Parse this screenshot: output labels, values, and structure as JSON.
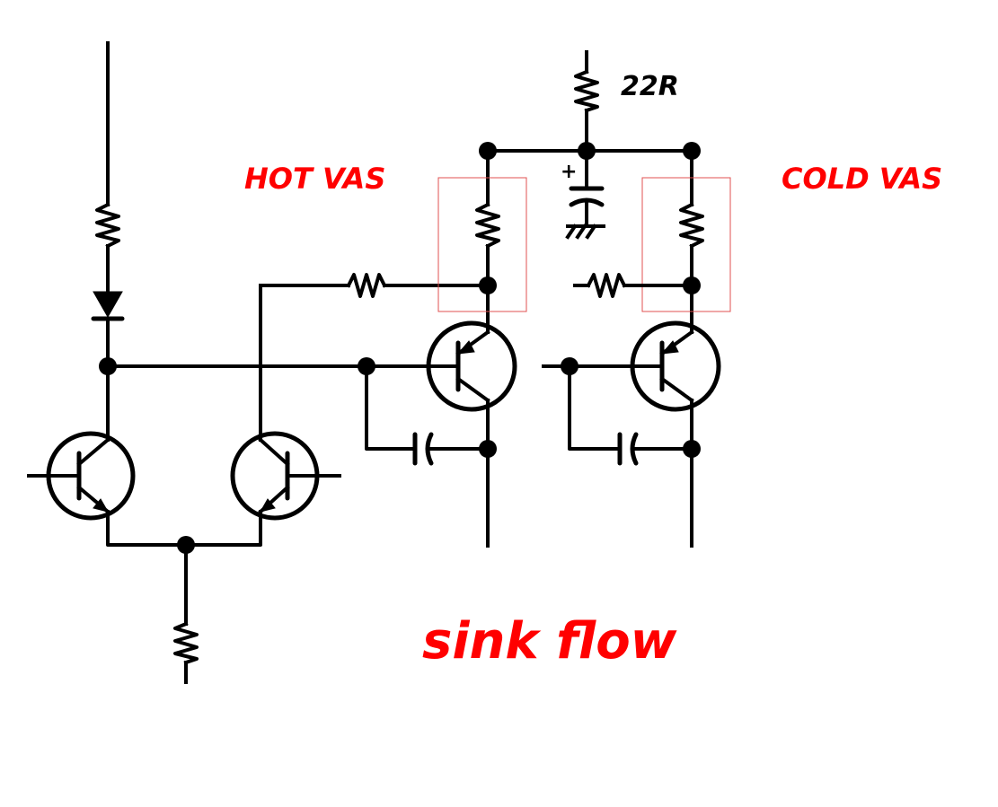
{
  "diagram": {
    "type": "circuit-schematic",
    "labels": {
      "resistor_value": "22R",
      "hot_vas": "HOT VAS",
      "cold_vas": "COLD VAS",
      "caption": "sink flow"
    },
    "colors": {
      "wire": "#000000",
      "annotation": "#ff0000",
      "highlight_box": "#e05050",
      "background": "#ffffff"
    },
    "components": [
      {
        "kind": "resistor",
        "role": "input-top-resistor"
      },
      {
        "kind": "diode",
        "role": "input-diode"
      },
      {
        "kind": "transistor",
        "role": "differential-pair-left"
      },
      {
        "kind": "transistor",
        "role": "differential-pair-right"
      },
      {
        "kind": "resistor",
        "role": "tail-resistor"
      },
      {
        "kind": "resistor",
        "role": "supply-resistor-22R"
      },
      {
        "kind": "capacitor",
        "role": "decoupling-capacitor-to-ground"
      },
      {
        "kind": "resistor",
        "role": "hot-vas-emitter-resistor"
      },
      {
        "kind": "resistor",
        "role": "hot-vas-feed-resistor"
      },
      {
        "kind": "transistor",
        "role": "hot-vas-transistor"
      },
      {
        "kind": "capacitor",
        "role": "hot-vas-miller-capacitor"
      },
      {
        "kind": "resistor",
        "role": "cold-vas-emitter-resistor"
      },
      {
        "kind": "resistor",
        "role": "cold-vas-feed-resistor"
      },
      {
        "kind": "transistor",
        "role": "cold-vas-transistor"
      },
      {
        "kind": "capacitor",
        "role": "cold-vas-miller-capacitor"
      }
    ]
  }
}
